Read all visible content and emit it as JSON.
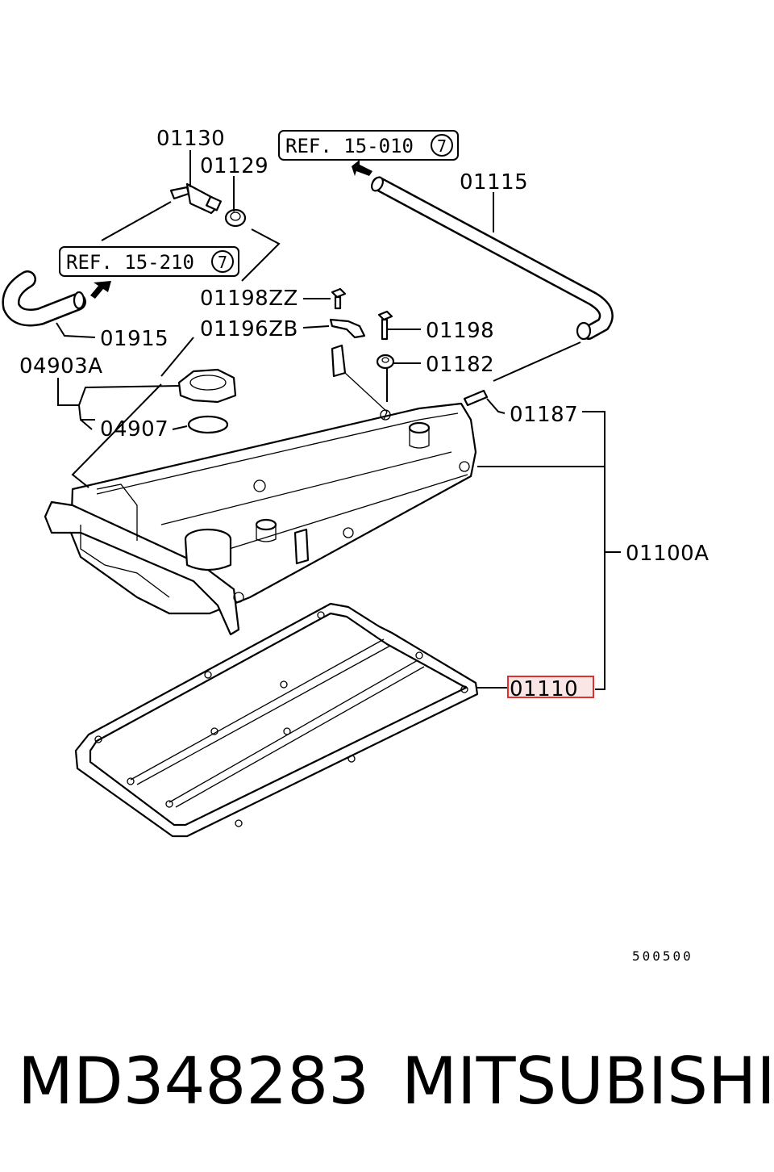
{
  "diagram": {
    "callouts": {
      "c01130": "01130",
      "c01129": "01129",
      "c01115": "01115",
      "c01198zz": "01198ZZ",
      "c01196zb": "01196ZB",
      "c01198": "01198",
      "c01182": "01182",
      "c01915": "01915",
      "c04903a": "04903A",
      "c04907": "04907",
      "c01187": "01187",
      "c01100a": "01100A",
      "c01110": "01110"
    },
    "refs": {
      "ref_top_text": "REF. 15-010",
      "ref_top_circle": "7",
      "ref_left_text": "REF. 15-210",
      "ref_left_circle": "7"
    },
    "highlight_color": "#e03030",
    "diagram_code": "500500"
  },
  "footer": {
    "part_number": "MD348283",
    "brand": "MITSUBISHI"
  }
}
